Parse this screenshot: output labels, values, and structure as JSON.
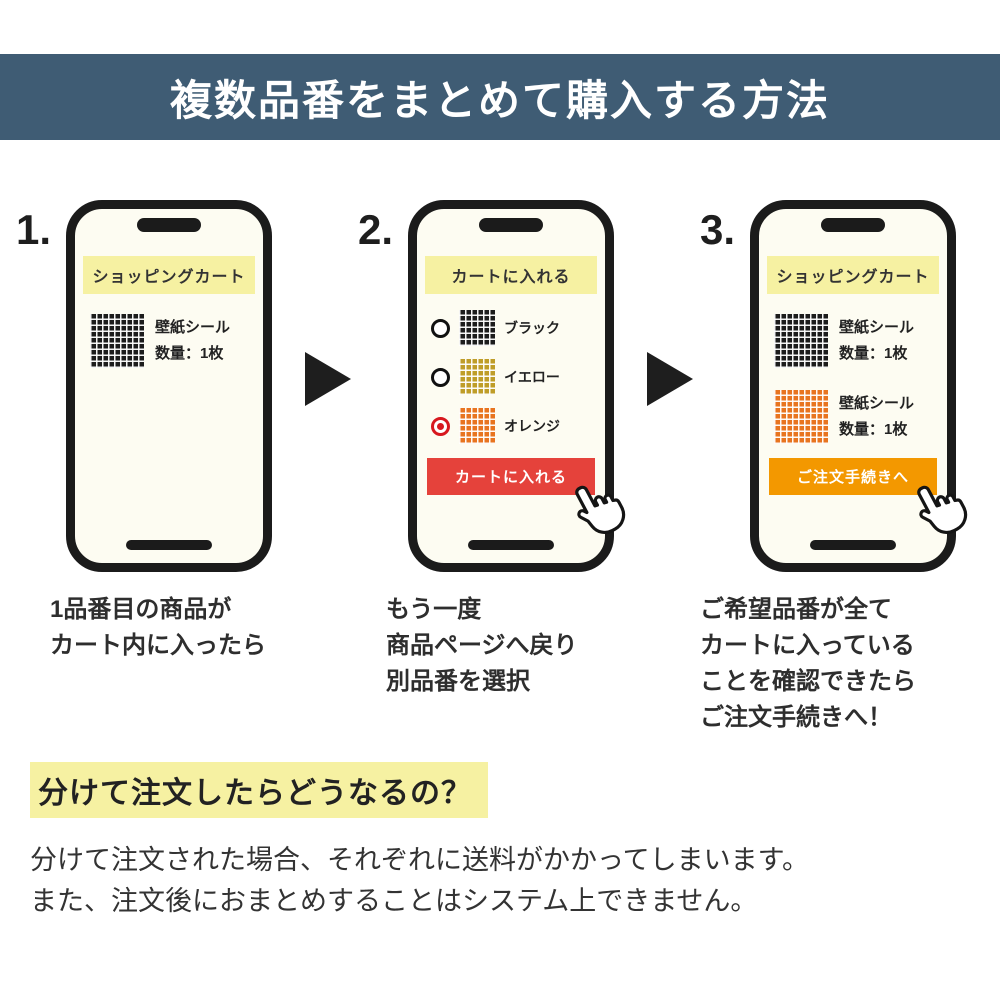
{
  "header": {
    "title": "複数品番をまとめて購入する方法"
  },
  "palette": {
    "header_bg": "#3f5c74",
    "screen_banner_yellow": "#f6f1a2",
    "highlight_yellow": "#f6f1a2",
    "red_button": "#e5423b",
    "orange_button": "#f39800",
    "swatch_black": "#1c1c1c",
    "swatch_yellow": "#bf9d28",
    "swatch_orange": "#e8741f",
    "radio_selected": "#d7181f"
  },
  "steps": [
    {
      "number": "1.",
      "screen_title": "ショッピングカート",
      "cart_items": [
        {
          "swatch": "black-grid",
          "name": "壁紙シール",
          "quantity": "数量：1枚"
        }
      ],
      "caption_lines": [
        "1品番目の商品が",
        "カート内に入ったら"
      ]
    },
    {
      "number": "2.",
      "screen_title": "カートに入れる",
      "color_options": [
        {
          "swatch": "black-grid",
          "label": "ブラック",
          "selected": false
        },
        {
          "swatch": "yellow-grid",
          "label": "イエロー",
          "selected": false
        },
        {
          "swatch": "orange-grid",
          "label": "オレンジ",
          "selected": true
        }
      ],
      "button": {
        "label": "カートに入れる",
        "color": "#e5423b"
      },
      "caption_lines": [
        "もう一度",
        "商品ページへ戻り",
        "別品番を選択"
      ]
    },
    {
      "number": "3.",
      "screen_title": "ショッピングカート",
      "cart_items": [
        {
          "swatch": "black-grid",
          "name": "壁紙シール",
          "quantity": "数量：1枚"
        },
        {
          "swatch": "orange-grid",
          "name": "壁紙シール",
          "quantity": "数量：1枚"
        }
      ],
      "button": {
        "label": "ご注文手続きへ",
        "color": "#f39800"
      },
      "caption_lines": [
        "ご希望品番が全て",
        "カートに入っている",
        "ことを確認できたら",
        "ご注文手続きへ！"
      ]
    }
  ],
  "faq": {
    "question": "分けて注文したらどうなるの？",
    "answer_lines": [
      "分けて注文された場合、それぞれに送料がかかってしまいます。",
      "また、注文後におまとめすることはシステム上できません。"
    ]
  }
}
